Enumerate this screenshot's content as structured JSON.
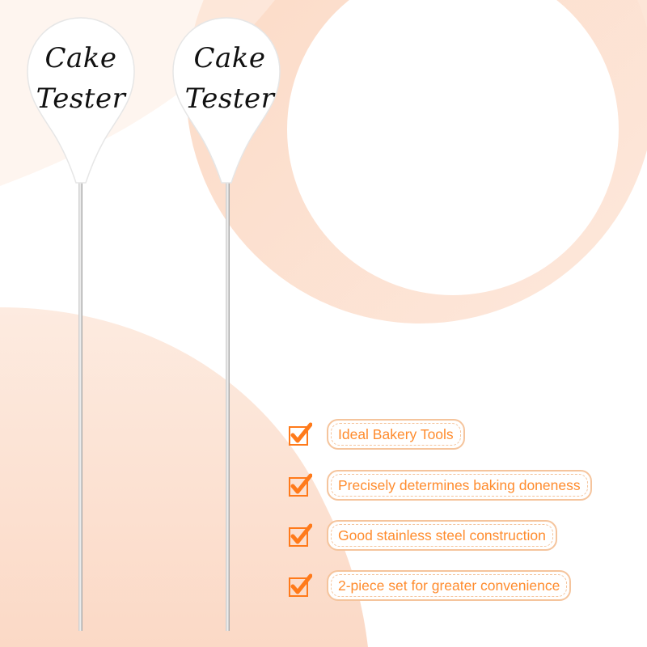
{
  "colors": {
    "background": "#ffffff",
    "peach_light": "#fde4d6",
    "peach_mid": "#fbd0b8",
    "accent_orange": "#ff8c2e",
    "pill_border": "#f5c49c",
    "check_orange": "#ff7a1a",
    "label_text": "#111111"
  },
  "products": [
    {
      "label_line1": "Cake",
      "label_line2": "Tester",
      "head_icon": "teardrop-head",
      "pin_icon": "steel-pin"
    },
    {
      "label_line1": "Cake",
      "label_line2": "Tester",
      "head_icon": "teardrop-head",
      "pin_icon": "steel-pin"
    }
  ],
  "features": [
    {
      "icon": "checkbox-checked-icon",
      "text": "Ideal Bakery Tools"
    },
    {
      "icon": "checkbox-checked-icon",
      "text": "Precisely determines baking doneness"
    },
    {
      "icon": "checkbox-checked-icon",
      "text": "Good stainless steel construction"
    },
    {
      "icon": "checkbox-checked-icon",
      "text": "2-piece set for greater convenience"
    }
  ]
}
